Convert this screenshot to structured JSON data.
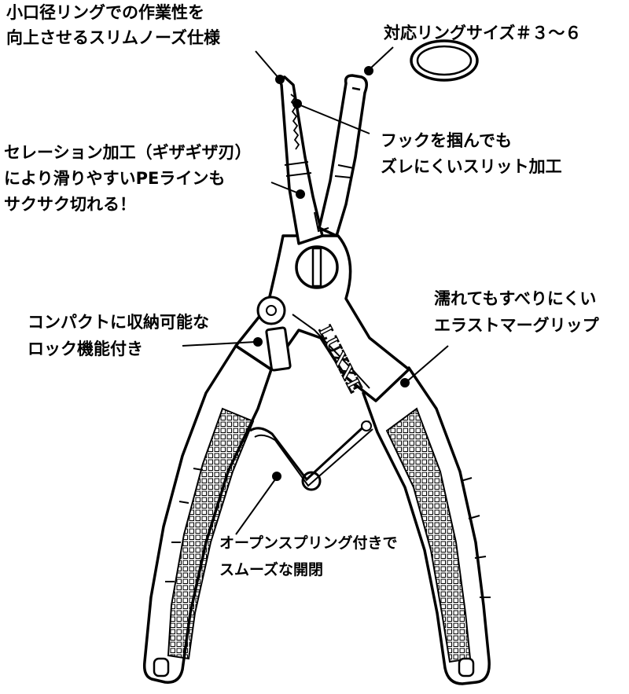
{
  "callouts": {
    "small_ring": {
      "lines": [
        "小口径リングでの作業性を",
        "向上させるスリムノーズ仕様"
      ]
    },
    "ring_size": {
      "lines": [
        "対応リングサイズ＃３～６"
      ]
    },
    "hook_slit": {
      "lines": [
        "フックを掴んでも",
        "ズレにくいスリット加工"
      ]
    },
    "serration": {
      "lines": [
        "セレーション加工（ギザギザ刃）",
        "により滑りやすいPEラインも",
        "サクサク切れる！"
      ]
    },
    "lock": {
      "lines": [
        "コンパクトに収納可能な",
        "ロック機能付き"
      ]
    },
    "grip": {
      "lines": [
        "濡れてもすべりにくい",
        "エラストマーグリップ"
      ]
    },
    "spring": {
      "lines": [
        "オープンスプリング付きで",
        "スムーズな開閉"
      ]
    }
  },
  "logo_text": "LUXXE",
  "colors": {
    "ink": "#000000",
    "paper": "#ffffff"
  }
}
